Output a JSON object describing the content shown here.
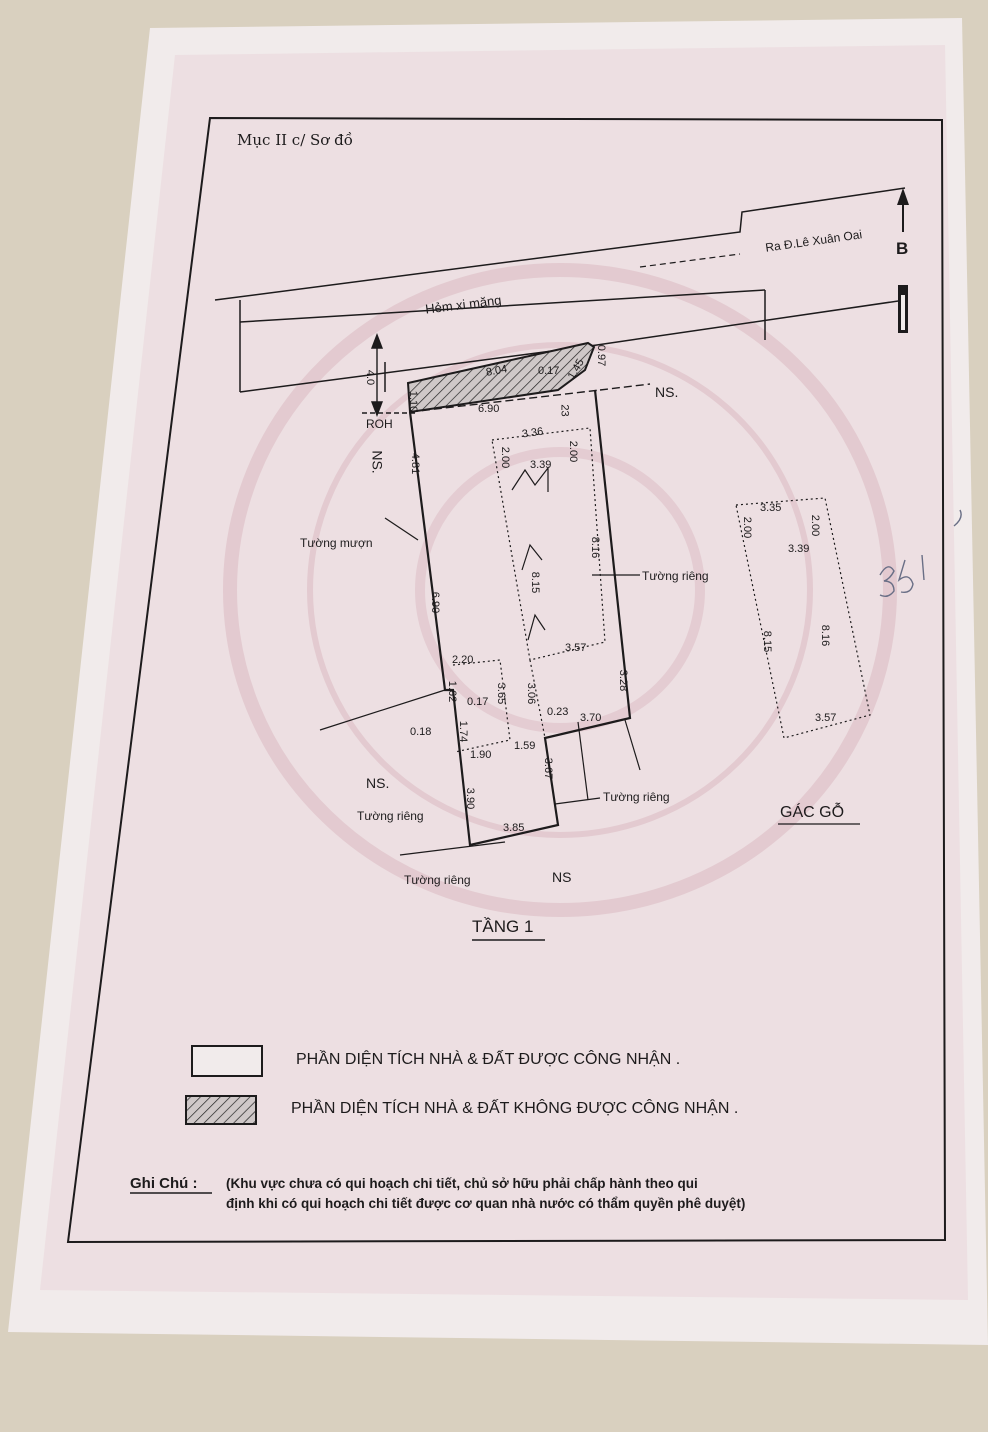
{
  "section_title": "Mục II c/ Sơ đồ",
  "map": {
    "road_label": "Hẻm xi măng",
    "direction_label": "Ra Đ.Lê Xuân Oai",
    "north_label": "B",
    "roh_label": "ROH",
    "ns_labels": [
      "NS.",
      "NS.",
      "NS.",
      "NS"
    ],
    "wall_labels": [
      "Tường mượn",
      "Tường riêng",
      "Tường riêng",
      "Tường riêng",
      "Tường riêng"
    ],
    "floor1_title": "TẦNG 1",
    "mezzanine_title": "GÁC GỖ",
    "floor1_dims": [
      "4.0",
      "0.97",
      "8.04",
      "0.17",
      "1.45",
      "1.10",
      "6.90",
      "23",
      "3.36",
      "2.00",
      "2.00",
      "3.39",
      "4.81",
      "8.15",
      "8.16",
      "6.90",
      "3.57",
      "2.20",
      "3.28",
      "1.62",
      "0.17",
      "3.65",
      "3.06",
      "0.23",
      "3.70",
      "0.18",
      "1.74",
      "1.90",
      "1.59",
      "3.67",
      "3.90",
      "3.85"
    ],
    "mezzanine_dims": [
      "3.35",
      "2.00",
      "2.00",
      "3.39",
      "8.15",
      "8.16",
      "3.57"
    ],
    "handwritten_note": "351"
  },
  "legend": [
    {
      "pattern": "blank",
      "label": "PHẦN DIỆN TÍCH NHÀ & ĐẤT ĐƯỢC CÔNG NHẬN ."
    },
    {
      "pattern": "hatched",
      "label": "PHẦN DIỆN TÍCH NHÀ & ĐẤT KHÔNG ĐƯỢC CÔNG NHẬN ."
    }
  ],
  "note": {
    "label": "Ghi Chú :",
    "line1": "(Khu vực chưa có qui hoạch chi tiết, chủ sở hữu phải chấp hành theo qui",
    "line2": "định khi có qui hoạch chi tiết được cơ quan nhà nước có thẩm quyền phê duyệt)"
  },
  "colors": {
    "paper": "#f2ecec",
    "guilloche": "#e2c9cf",
    "ink": "#1d1b1c",
    "desk": "#d9d0bf"
  }
}
